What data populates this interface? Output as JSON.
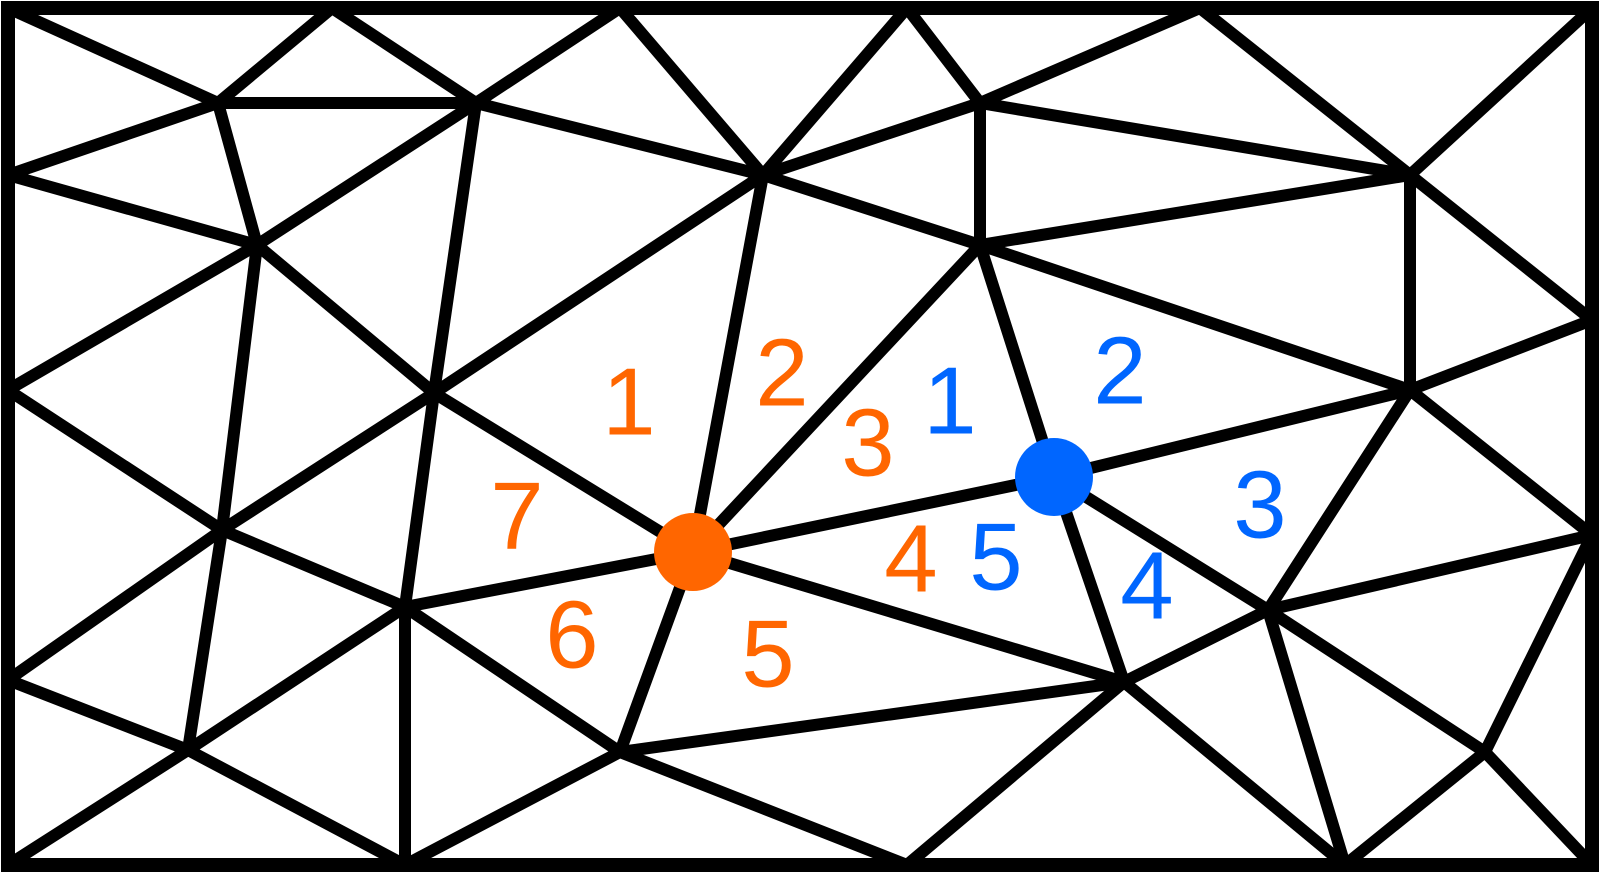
{
  "colors": {
    "edge": "#000000",
    "background": "#ffffff",
    "orange": "#ff6600",
    "blue": "#0066ff"
  },
  "orange_vertex": {
    "color_name": "orange",
    "degree_labels": [
      "1",
      "2",
      "3",
      "4",
      "5",
      "6",
      "7"
    ]
  },
  "blue_vertex": {
    "color_name": "blue",
    "degree_labels": [
      "1",
      "2",
      "3",
      "4",
      "5"
    ]
  }
}
